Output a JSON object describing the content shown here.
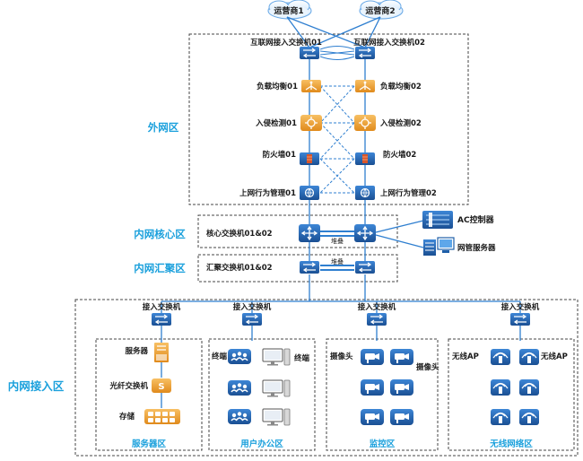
{
  "isps": [
    "运营商1",
    "运营商2"
  ],
  "zones": {
    "outer": "外网区",
    "core": "内网核心区",
    "aggregation": "内网汇聚区",
    "access": "内网接入区"
  },
  "outer": {
    "internet_switch_1": "互联网接入交换机01",
    "internet_switch_2": "互联网接入交换机02",
    "lb_1": "负载均衡01",
    "lb_2": "负载均衡02",
    "ids_1": "入侵检测01",
    "ids_2": "入侵检测02",
    "fw_1": "防火墙01",
    "fw_2": "防火墙02",
    "behavior_1": "上网行为管理01",
    "behavior_2": "上网行为管理02"
  },
  "core": {
    "switch": "核心交换机01&02",
    "stack": "堆叠",
    "ac": "AC控制器",
    "nms": "网管服务器"
  },
  "aggregation": {
    "switch": "汇聚交换机01&02",
    "stack": "堆叠"
  },
  "access": {
    "access_switch": "接入交换机",
    "server_zone": {
      "title": "服务器区",
      "server": "服务器",
      "fiber_switch": "光纤交换机",
      "storage": "存储"
    },
    "office_zone": {
      "title": "用户办公区",
      "terminal": "终端"
    },
    "monitor_zone": {
      "title": "监控区",
      "camera": "摄像头"
    },
    "wireless_zone": {
      "title": "无线网络区",
      "ap": "无线AP"
    }
  },
  "colors": {
    "switch_blue": "#1f5fa8",
    "security_orange": "#f0a33c",
    "line_blue": "#2f7fd0",
    "zone_text": "#1aa0dc",
    "dashed_border": "#444444"
  }
}
